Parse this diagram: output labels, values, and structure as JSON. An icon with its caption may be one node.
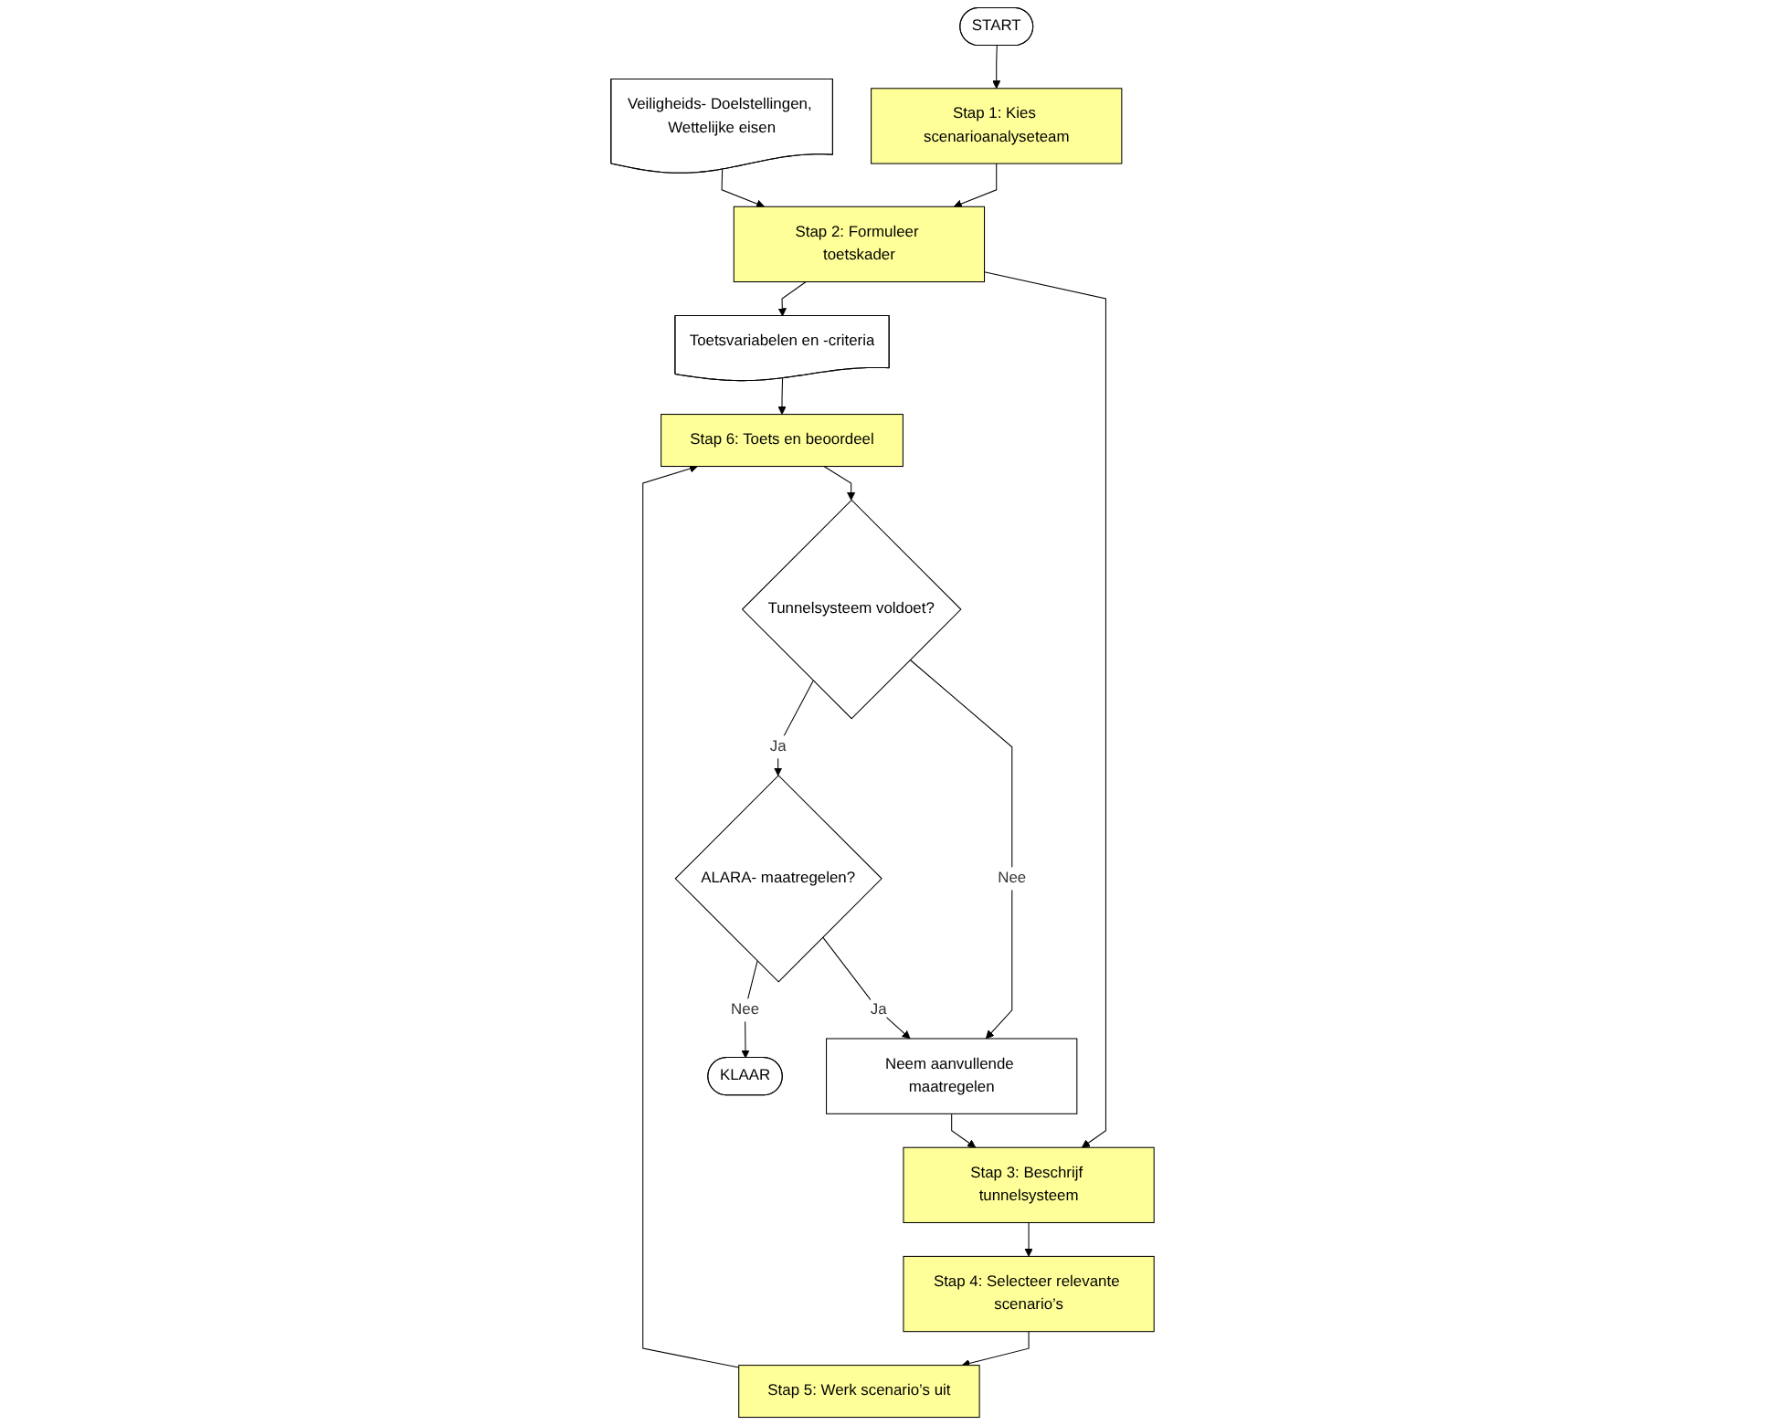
{
  "diagram": {
    "nodes": [
      {
        "text": [
          "START"
        ]
      },
      {
        "text": [
          "Stap 1: Kies scenarioanalyseteam"
        ]
      },
      {
        "text": [
          "Stap 2: Formuleer toetskader"
        ]
      },
      {
        "text": [
          "Veiligheids- Doelstellingen, Wettelijke eisen"
        ]
      },
      {
        "text": [
          "Stap 3: Beschrijf tunnelsysteem"
        ]
      },
      {
        "text": [
          "Stap 4: Selecteer relevante scenario’s"
        ]
      },
      {
        "text": [
          "Neem aanvullende maatregelen"
        ]
      },
      {
        "text": [
          "Stap 5: Werk scenario’s uit"
        ]
      },
      {
        "text": [
          "Toetsvariabelen en -criteria"
        ]
      },
      {
        "text": [
          "Stap 6: Toets en beoordeel"
        ]
      },
      {
        "text": [
          "Tunnelsysteem voldoet?"
        ]
      },
      {
        "text": [
          "ALARA- maatregelen?"
        ]
      },
      {
        "text": [
          "KLAAR"
        ]
      }
    ],
    "edges": [
      {
        "from": 0,
        "to": 1,
        "arrow": "to"
      },
      {
        "from": 1,
        "to": 2,
        "arrow": "to"
      },
      {
        "from": 3,
        "to": 2,
        "arrow": "to"
      },
      {
        "from": 2,
        "to": 8,
        "arrow": "to"
      },
      {
        "from": 2,
        "to": 4,
        "arrow": "to"
      },
      {
        "from": 4,
        "to": 5,
        "arrow": "to"
      },
      {
        "from": 6,
        "to": 4,
        "arrow": "to"
      },
      {
        "from": 5,
        "to": 7,
        "arrow": "to"
      },
      {
        "from": 7,
        "to": 9,
        "arrow": "to"
      },
      {
        "from": 8,
        "to": 9,
        "arrow": "to"
      },
      {
        "from": 9,
        "to": 10,
        "arrow": "to"
      },
      {
        "from": 10,
        "to": 6,
        "label": "Nee",
        "arrow": "to"
      },
      {
        "from": 10,
        "to": 11,
        "label": "Ja",
        "arrow": "to"
      },
      {
        "from": 11,
        "to": 6,
        "label": "Ja",
        "arrow": "to"
      },
      {
        "from": 11,
        "to": 12,
        "label": "Nee",
        "arrow": "to"
      }
    ]
  }
}
